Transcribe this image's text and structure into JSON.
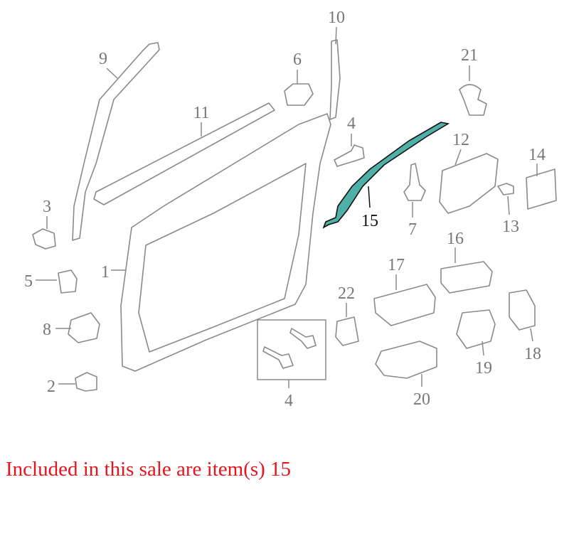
{
  "diagram": {
    "highlight_color": "#4fb0a8",
    "highlighted_item": "15",
    "labels": [
      "10",
      "9",
      "6",
      "21",
      "11",
      "4",
      "12",
      "14",
      "3",
      "15",
      "7",
      "13",
      "16",
      "1",
      "17",
      "5",
      "22",
      "8",
      "18",
      "19",
      "2",
      "4",
      "20"
    ]
  },
  "caption": {
    "text": "Included in this sale are item(s) 15",
    "color": "#e8141b"
  }
}
